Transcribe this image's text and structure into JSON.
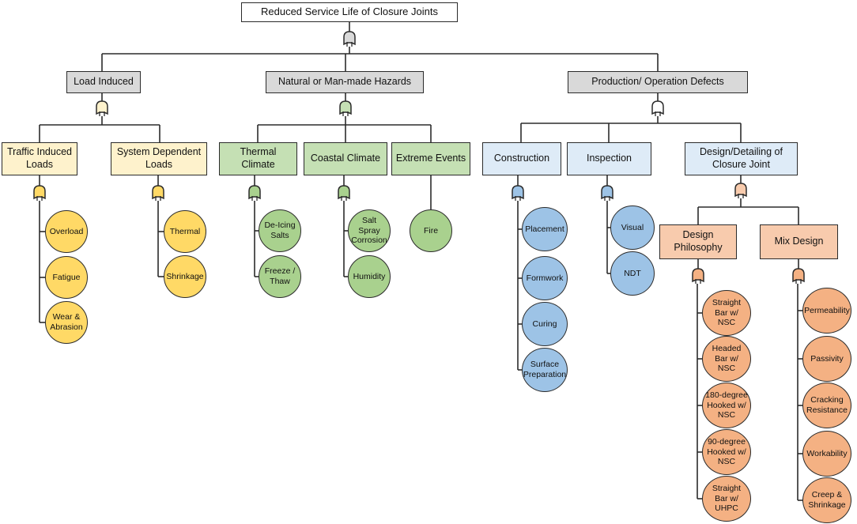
{
  "root": "Reduced Service Life of Closure Joints",
  "categories": [
    {
      "label": "Load Induced",
      "gate_color": "#fef2cc",
      "groups": [
        {
          "label": "Traffic Induced Loads",
          "color": "#fef2cc",
          "gate_color": "#ffd966",
          "items": [
            "Overload",
            "Fatigue",
            "Wear & Abrasion"
          ]
        },
        {
          "label": "System Dependent Loads",
          "color": "#fef2cc",
          "gate_color": "#ffd966",
          "items": [
            "Thermal",
            "Shrinkage"
          ]
        }
      ]
    },
    {
      "label": "Natural or Man-made Hazards",
      "gate_color": "#c5e0b4",
      "groups": [
        {
          "label": "Thermal Climate",
          "color": "#c5e0b4",
          "gate_color": "#a9d18e",
          "items": [
            "De-Icing Salts",
            "Freeze / Thaw"
          ]
        },
        {
          "label": "Coastal Climate",
          "color": "#c5e0b4",
          "gate_color": "#a9d18e",
          "items": [
            "Salt Spray Corrosion",
            "Humidity"
          ]
        },
        {
          "label": "Extreme Events",
          "color": "#c5e0b4",
          "items": [
            "Fire"
          ]
        }
      ]
    },
    {
      "label": "Production/ Operation Defects",
      "gate_color": "#ffffff",
      "groups": [
        {
          "label": "Construction",
          "color": "#deebf7",
          "gate_color": "#9dc3e6",
          "items": [
            "Placement",
            "Formwork",
            "Curing",
            "Surface Preparation"
          ]
        },
        {
          "label": "Inspection",
          "color": "#deebf7",
          "gate_color": "#9dc3e6",
          "items": [
            "Visual",
            "NDT"
          ]
        },
        {
          "label": "Design/Detailing of Closure Joint",
          "color": "#deebf7",
          "gate_color": "#f8cbad",
          "subgroups": [
            {
              "label": "Design Philosophy",
              "color": "#f8cbad",
              "gate_color": "#f4b183",
              "items": [
                "Straight Bar w/ NSC",
                "Headed Bar w/ NSC",
                "180-degree Hooked w/ NSC",
                "90-degree Hooked w/ NSC",
                "Straight Bar w/ UHPC"
              ]
            },
            {
              "label": "Mix Design",
              "color": "#f8cbad",
              "gate_color": "#f4b183",
              "items": [
                "Permeability",
                "Passivity",
                "Cracking Resistance",
                "Workability",
                "Creep & Shrinkage"
              ]
            }
          ]
        }
      ]
    }
  ],
  "colors": {
    "root_gate": "#d9d9d9",
    "line": "#2b2b2b"
  }
}
